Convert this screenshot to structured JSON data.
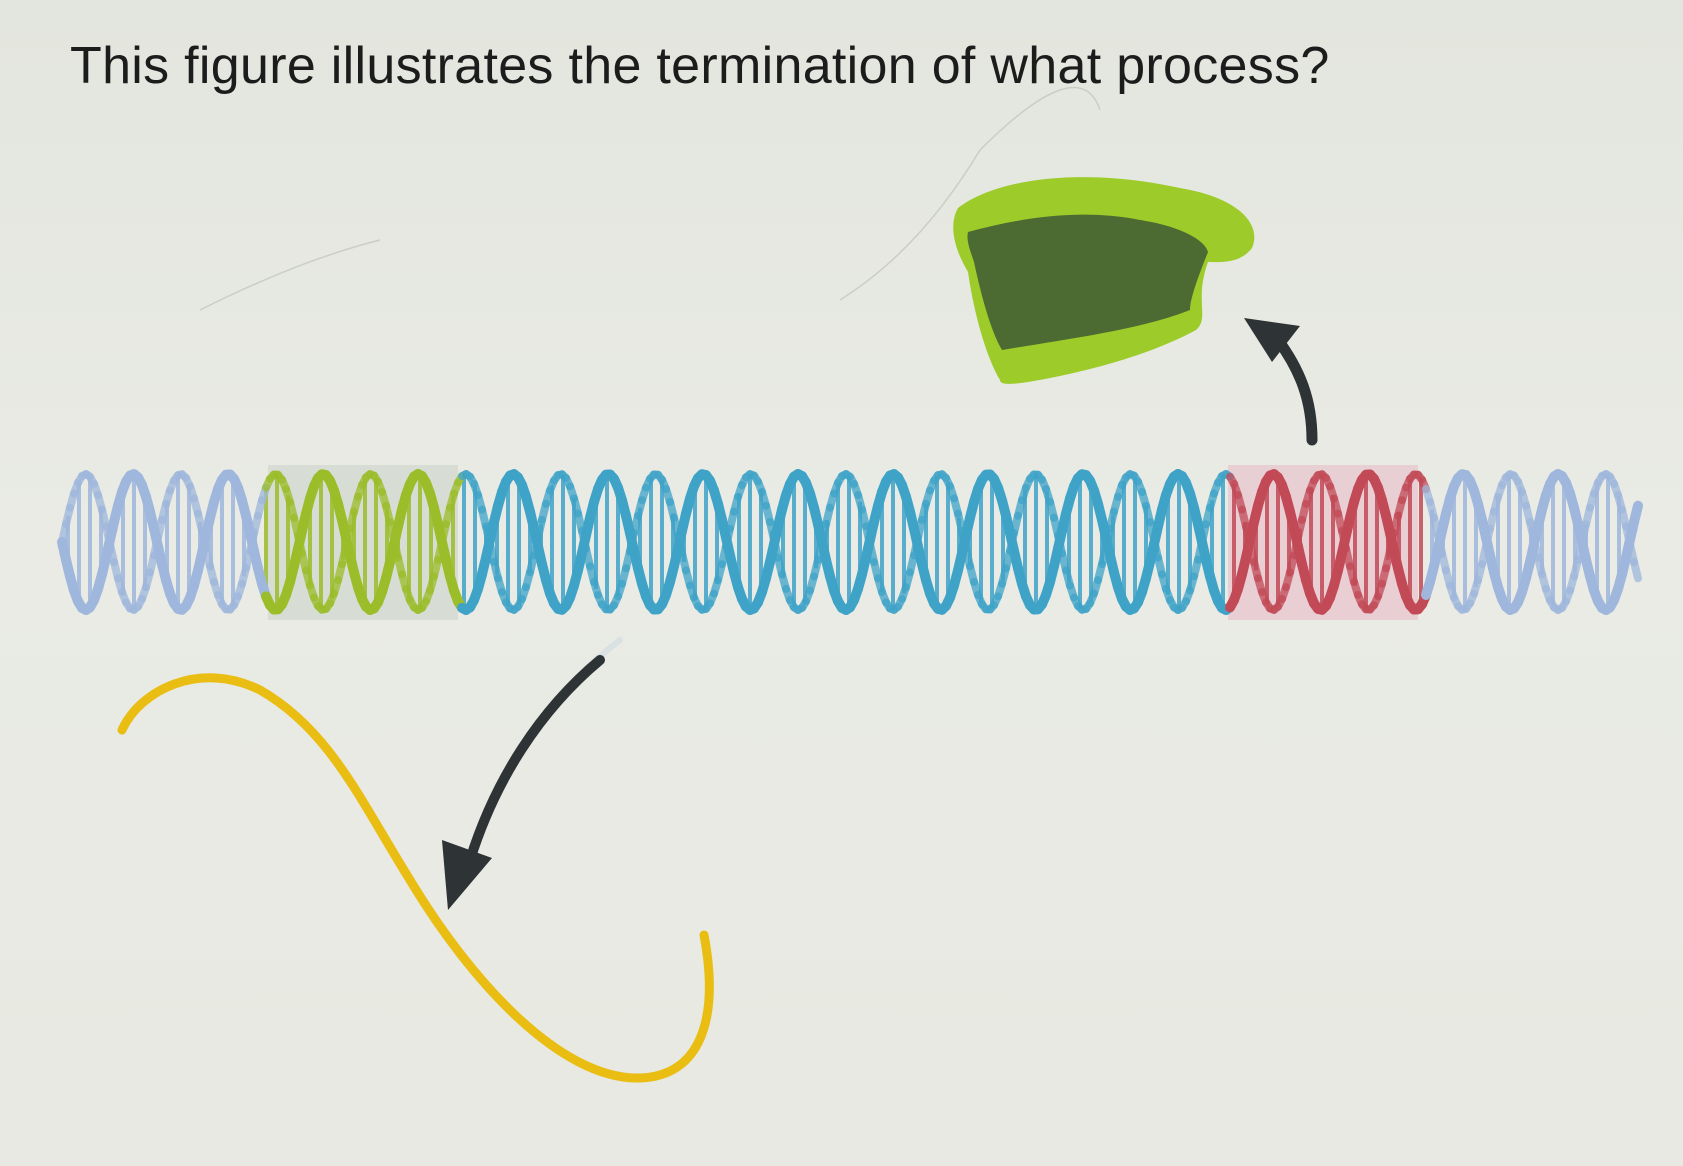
{
  "question": {
    "text": "This figure illustrates the termination of what process?"
  },
  "diagram": {
    "parts": [
      {
        "name": "dna-double-helix",
        "color": "#3fa3c8"
      },
      {
        "name": "promoter-region",
        "color": "#9bbd2a"
      },
      {
        "name": "terminator-region",
        "color": "#c24a57"
      },
      {
        "name": "polymerase-enzyme",
        "color": "#4d6b36"
      },
      {
        "name": "rna-transcript",
        "color": "#e9bd12"
      },
      {
        "name": "release-arrow",
        "color": "#2e3336"
      }
    ]
  }
}
